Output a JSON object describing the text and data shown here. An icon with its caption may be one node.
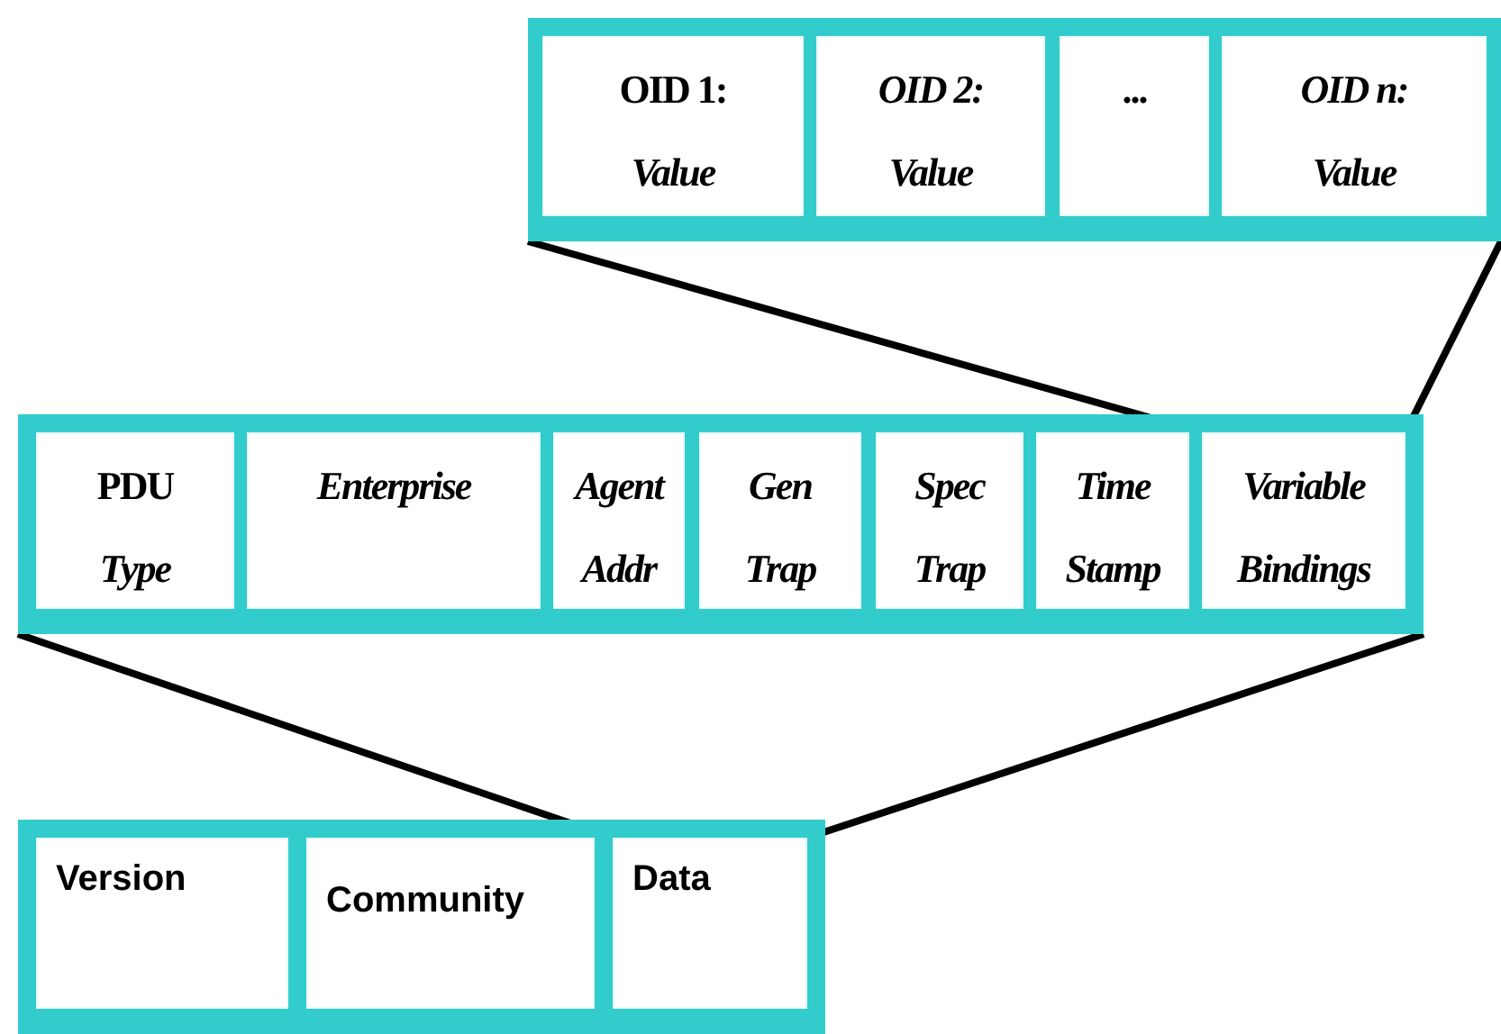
{
  "diagram": {
    "nodes": [
      {
        "text": [],
        "shape": "box"
      },
      {
        "text": [
          "OID 1: *Value*"
        ],
        "in": 0
      },
      {
        "text": [
          "OID 2: Value"
        ],
        "in": 0
      },
      {
        "text": [
          "..."
        ],
        "in": 0
      },
      {
        "text": [
          "OID n: Value"
        ],
        "in": 0
      },
      {
        "text": [],
        "shape": "box"
      },
      {
        "text": [
          "PDU *Type*"
        ],
        "in": 5
      },
      {
        "text": [
          "Enterprise"
        ],
        "in": 5
      },
      {
        "text": [
          "Agent Addr"
        ],
        "in": 5
      },
      {
        "text": [
          "Gen Trap"
        ],
        "in": 5
      },
      {
        "text": [
          "Spec Trap"
        ],
        "in": 5
      },
      {
        "text": [
          "Time Stamp"
        ],
        "in": 5
      },
      {
        "text": [
          "Variable Bindings"
        ],
        "in": 5
      },
      {
        "text": [],
        "shape": "box"
      },
      {
        "text": [
          "Version"
        ],
        "in": 13
      },
      {
        "text": [
          "Community"
        ],
        "in": 13
      },
      {
        "text": [
          "Data"
        ],
        "in": 13
      }
    ],
    "edges": [
      {
        "from": 12,
        "to": 0,
        "arrow": "none"
      },
      {
        "from": 12,
        "to": 0,
        "arrow": "none"
      },
      {
        "from": 16,
        "to": 5,
        "arrow": "none"
      },
      {
        "from": 16,
        "to": 5,
        "arrow": "none"
      }
    ]
  }
}
